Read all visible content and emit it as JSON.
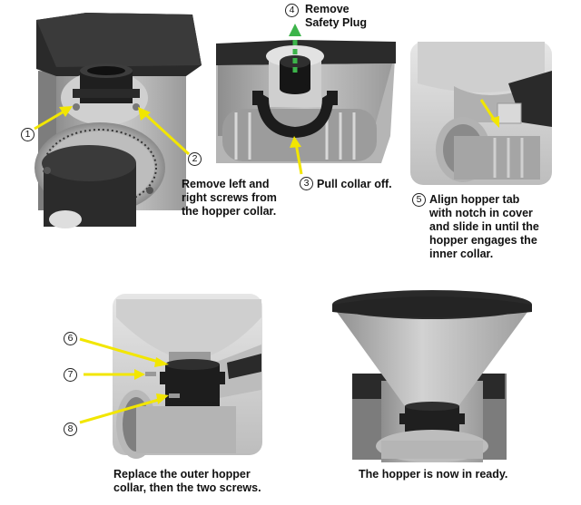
{
  "steps": {
    "s1": {
      "number": "1"
    },
    "s2": {
      "number": "2",
      "lines": [
        "Remove left and",
        "right screws from",
        "the hopper collar."
      ]
    },
    "s3": {
      "number": "3",
      "text": "Pull collar off."
    },
    "s4": {
      "number": "4",
      "lines": [
        "Remove",
        "Safety Plug"
      ]
    },
    "s5": {
      "number": "5",
      "lines": [
        "Align hopper tab",
        "with notch in cover",
        "and slide in until the",
        "hopper engages the",
        "inner collar."
      ]
    },
    "s6": {
      "number": "6"
    },
    "s7": {
      "number": "7"
    },
    "s8": {
      "number": "8"
    }
  },
  "captions": {
    "replace": [
      "Replace the outer hopper",
      "collar, then the two screws."
    ],
    "ready": "The hopper is now in ready."
  },
  "colors": {
    "arrow": "#f2e600",
    "safety_arrow": "#3cb44a",
    "dark_part": "#1f1f1f",
    "gray_body": "#a9a9a9"
  }
}
